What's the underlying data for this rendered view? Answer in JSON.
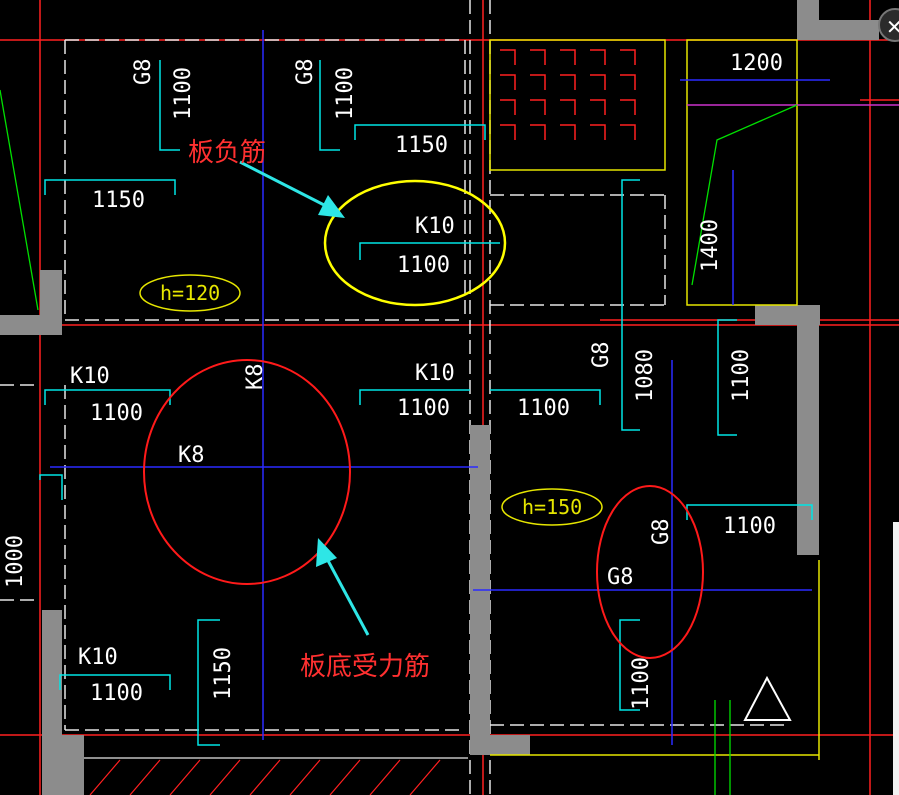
{
  "window": {
    "close_icon_glyph": "✕"
  },
  "labels": {
    "top_neg_bar_note": "板负筋",
    "bottom_bar_note": "板底受力筋",
    "dims": [
      "G8",
      "1100",
      "G8",
      "1100",
      "1150",
      "1150",
      "K10",
      "1100",
      "1200",
      "1400",
      "K10",
      "1100",
      "K8",
      "K8",
      "K10",
      "1100",
      "1100",
      "G8",
      "1080",
      "1100",
      "G8",
      "G8",
      "1100",
      "1100",
      "K10",
      "1100",
      "1150",
      "1000"
    ],
    "slab_thickness_left": "h=120",
    "slab_thickness_right": "h=150"
  },
  "colors": {
    "background": "#000000",
    "grid_red": "#ff2020",
    "wall_gray": "#8c8c8c",
    "rebar_cyan": "#00e5e5",
    "axis_blue": "#2a2aff",
    "highlight_yellow": "#ffff00",
    "highlight_red": "#ff1a1a",
    "arrow_cyan": "#2ee6e6",
    "text_white": "#ffffff",
    "note_red": "#ff3030"
  }
}
